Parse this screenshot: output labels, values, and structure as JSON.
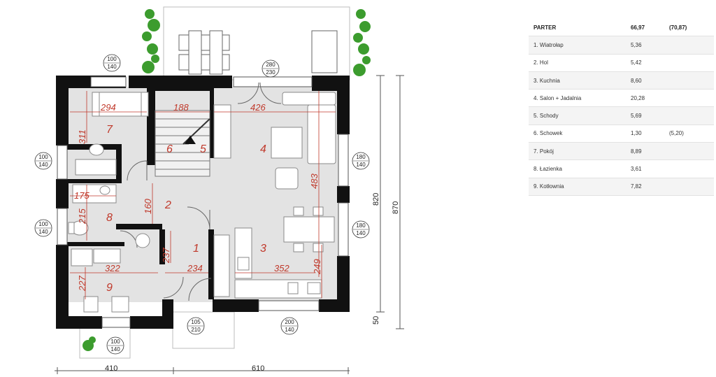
{
  "plan": {
    "rooms": [
      {
        "num": "1"
      },
      {
        "num": "2"
      },
      {
        "num": "3"
      },
      {
        "num": "4"
      },
      {
        "num": "5"
      },
      {
        "num": "6"
      },
      {
        "num": "7"
      },
      {
        "num": "8"
      },
      {
        "num": "9"
      }
    ],
    "inner_dims": [
      "294",
      "188",
      "426",
      "311",
      "175",
      "215",
      "160",
      "483",
      "237",
      "234",
      "322",
      "352",
      "249",
      "227"
    ],
    "outer_dims": {
      "width_left": "410",
      "width_right": "610",
      "height_inner": "820",
      "height_outer": "870",
      "height_small": "50"
    },
    "window_tags": [
      {
        "w": "100",
        "h": "140"
      },
      {
        "w": "280",
        "h": "230"
      },
      {
        "w": "100",
        "h": "140"
      },
      {
        "w": "180",
        "h": "140"
      },
      {
        "w": "100",
        "h": "140"
      },
      {
        "w": "180",
        "h": "140"
      },
      {
        "w": "105",
        "h": "210"
      },
      {
        "w": "200",
        "h": "140"
      },
      {
        "w": "100",
        "h": "140"
      }
    ]
  },
  "table": {
    "header": {
      "name": "PARTER",
      "area": "66,97",
      "extra": "(70,87)"
    },
    "rows": [
      {
        "name": "1. Wiatrołap",
        "area": "5,36",
        "extra": ""
      },
      {
        "name": "2. Hol",
        "area": "5,42",
        "extra": ""
      },
      {
        "name": "3. Kuchnia",
        "area": "8,60",
        "extra": ""
      },
      {
        "name": "4. Salon + Jadalnia",
        "area": "20,28",
        "extra": ""
      },
      {
        "name": "5. Schody",
        "area": "5,69",
        "extra": ""
      },
      {
        "name": "6. Schowek",
        "area": "1,30",
        "extra": "(5,20)"
      },
      {
        "name": "7. Pokój",
        "area": "8,89",
        "extra": ""
      },
      {
        "name": "8. Łazienka",
        "area": "3,61",
        "extra": ""
      },
      {
        "name": "9. Kotłownia",
        "area": "7,82",
        "extra": ""
      }
    ]
  }
}
